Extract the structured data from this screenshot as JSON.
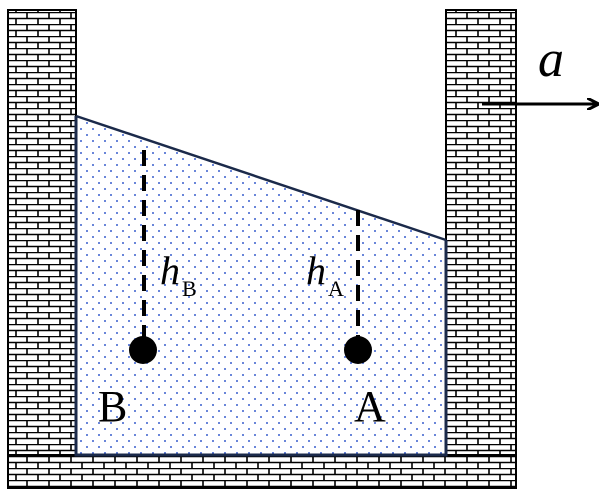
{
  "labels": {
    "acceleration": "a",
    "point_a": "A",
    "point_b": "B",
    "height_a_main": "h",
    "height_a_sub": "A",
    "height_b_main": "h",
    "height_b_sub": "B"
  },
  "colors": {
    "line": "#1b2a4a",
    "brick": "#000000",
    "water_dots": "#3a5fcd",
    "background": "#ffffff"
  }
}
